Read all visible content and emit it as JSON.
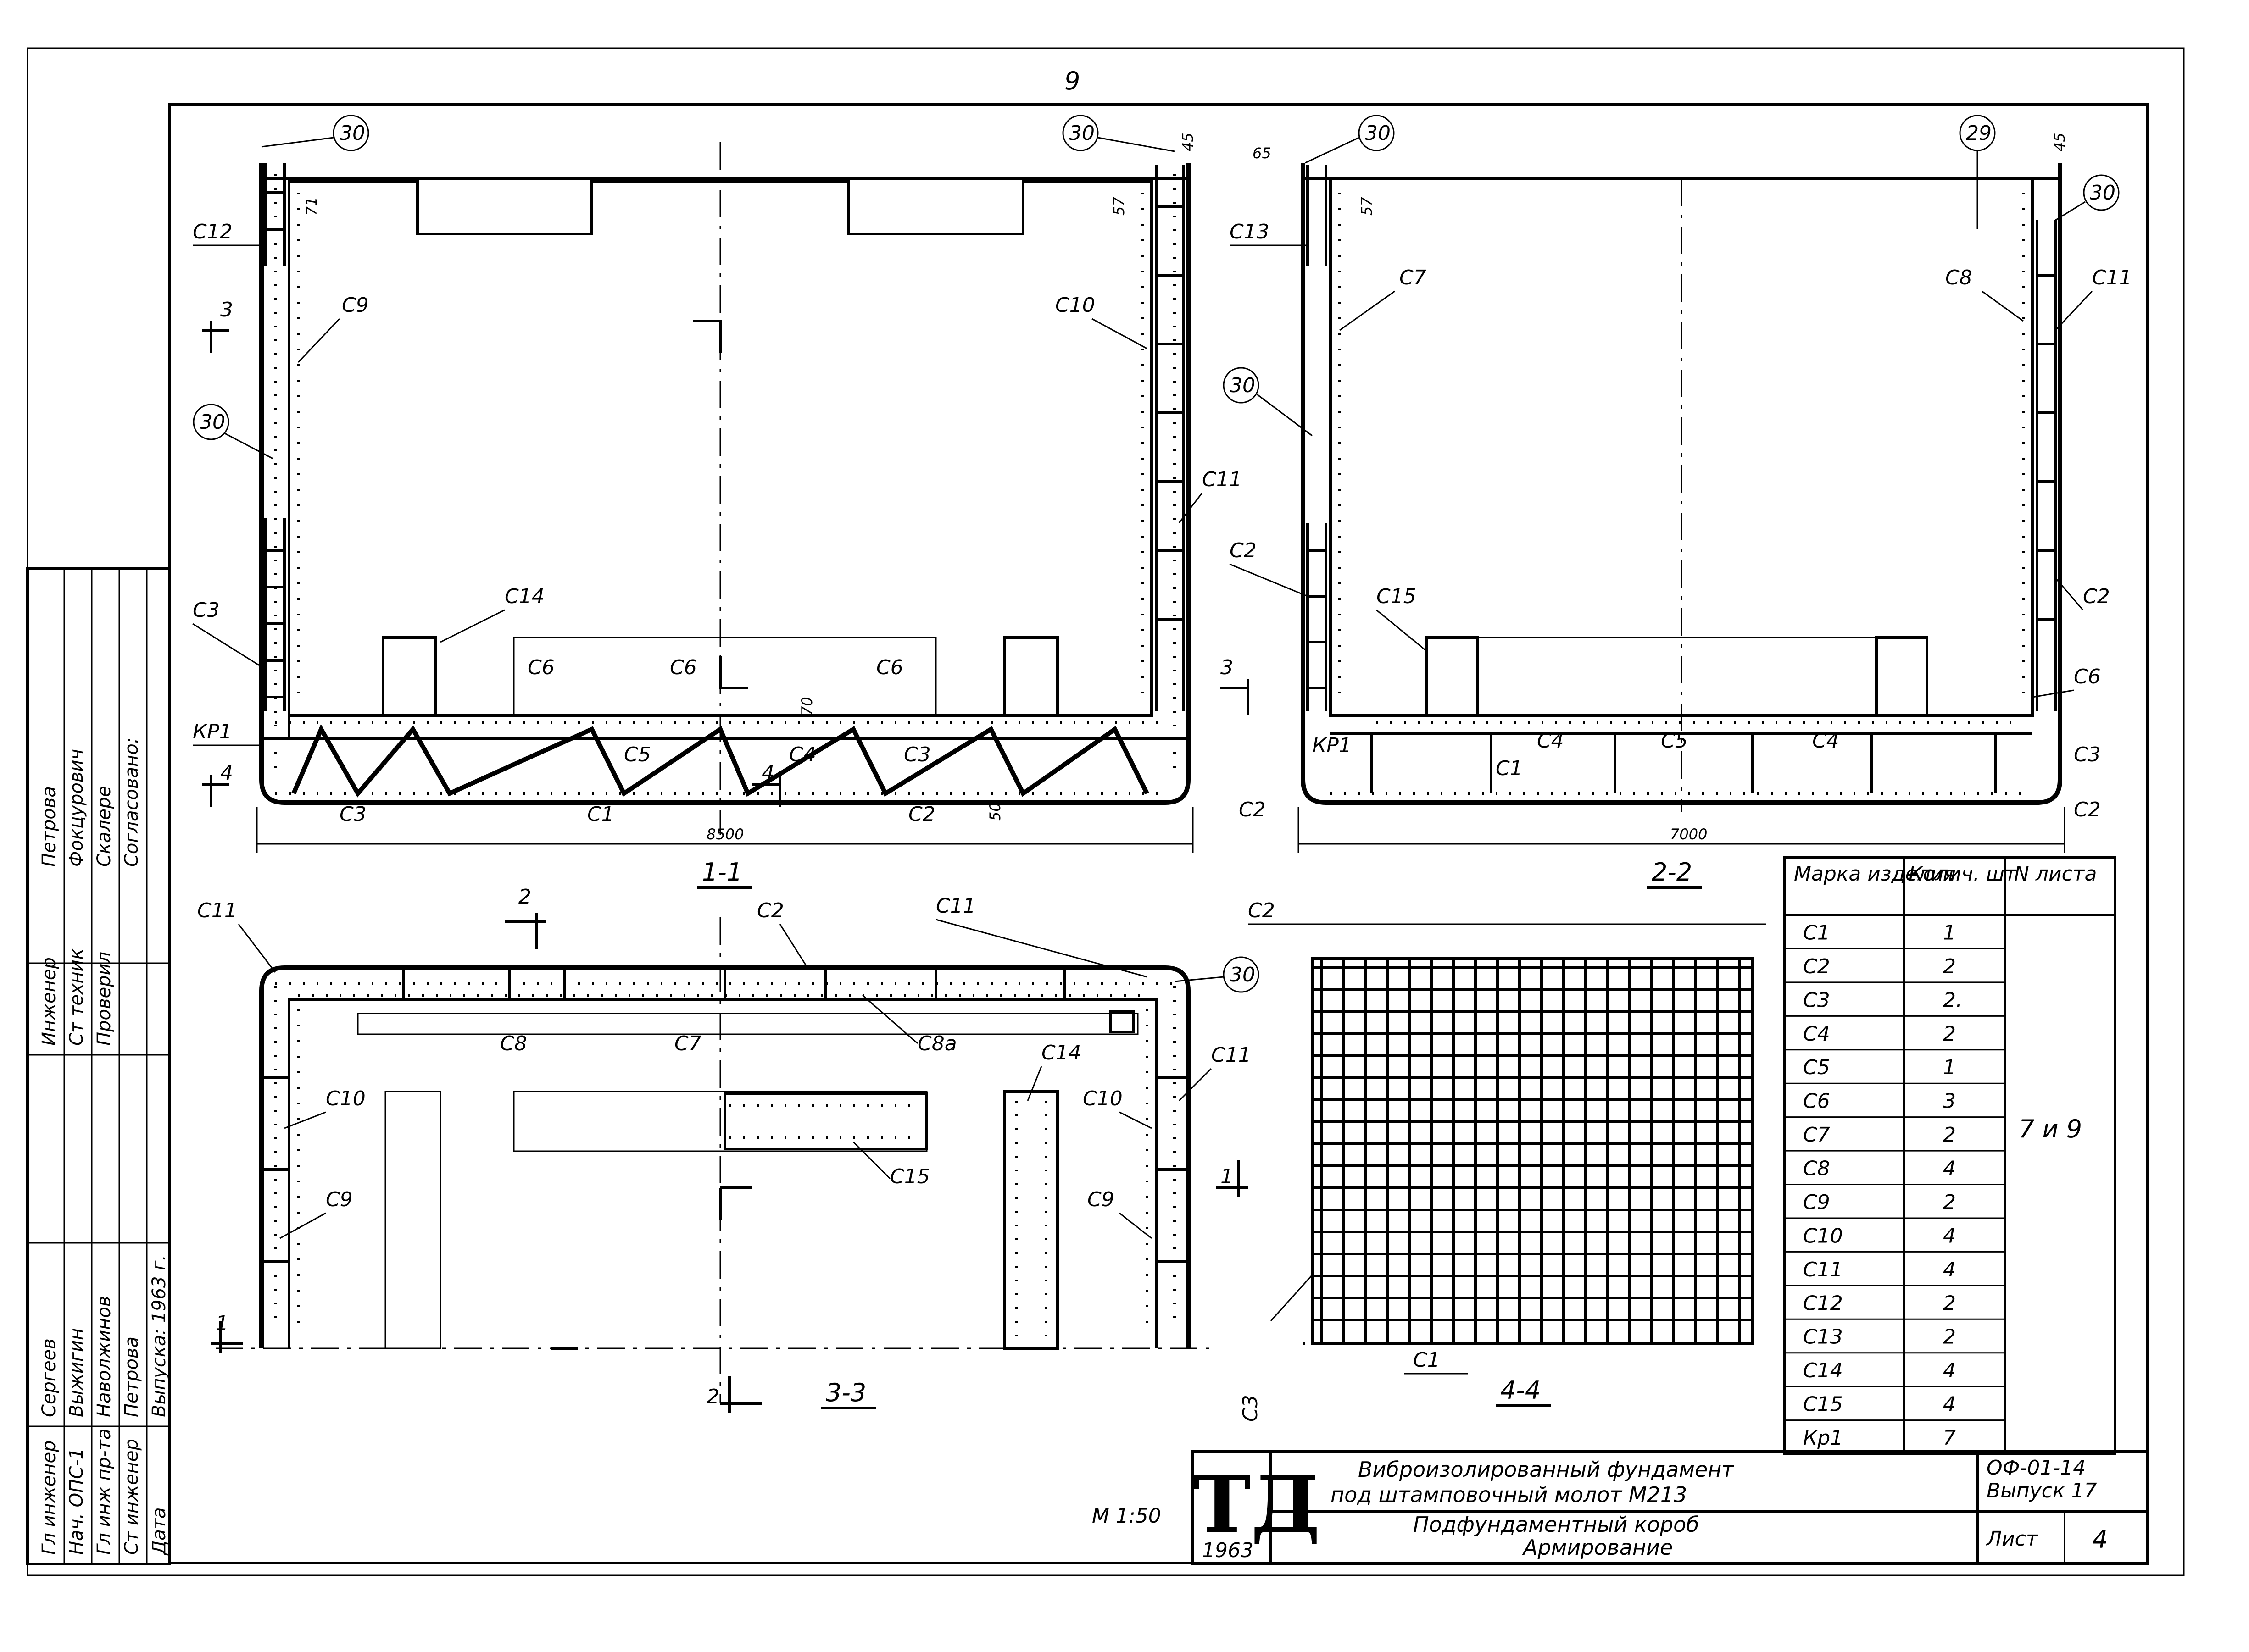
{
  "sheet_number_top": "9",
  "scale": "М 1:50",
  "callout_30": "30",
  "callout_29": "29",
  "sections": {
    "s1": "1-1",
    "s2": "2-2",
    "s3": "3-3",
    "s4": "4-4"
  },
  "markers": {
    "m1": "1",
    "m2": "2",
    "m3": "3",
    "m4": "4"
  },
  "dims": {
    "d8500": "8500",
    "d7000": "7000",
    "d45": "45",
    "d65": "65",
    "d57": "57",
    "d71": "71",
    "d70": "70",
    "d50": "50"
  },
  "bars": {
    "c1": "С1",
    "c2": "С2",
    "c3": "С3",
    "c4": "С4",
    "c5": "С5",
    "c6": "С6",
    "c7": "С7",
    "c8": "С8",
    "c8a": "С8а",
    "c9": "С9",
    "c10": "С10",
    "c11": "С11",
    "c12": "С12",
    "c13": "С13",
    "c14": "С14",
    "c15": "С15",
    "kr1": "КР1"
  },
  "spec_table": {
    "headers": [
      "Марка изделия",
      "Колич. шт",
      "N листа"
    ],
    "rows": [
      [
        "С1",
        "1"
      ],
      [
        "С2",
        "2"
      ],
      [
        "С3",
        "2."
      ],
      [
        "С4",
        "2"
      ],
      [
        "С5",
        "1"
      ],
      [
        "С6",
        "3"
      ],
      [
        "С7",
        "2"
      ],
      [
        "С8",
        "4"
      ],
      [
        "С9",
        "2"
      ],
      [
        "С10",
        "4"
      ],
      [
        "С11",
        "4"
      ],
      [
        "С12",
        "2"
      ],
      [
        "С13",
        "2"
      ],
      [
        "С14",
        "4"
      ],
      [
        "С15",
        "4"
      ],
      [
        "Кр1",
        "7"
      ]
    ],
    "sheet_ref": "7 и 9"
  },
  "side_stamp": {
    "col1": [
      "Гл инженер",
      "Нач. ОПС-1",
      "Гл инж пр-та",
      "Ст инженер",
      "Дата"
    ],
    "col2": [
      "Сергеев",
      "Выжигин",
      "Наволжинов",
      "Петрова",
      "Выпуска: 1963 г."
    ],
    "col3": [
      "Инженер",
      "Ст техник",
      "Проверил"
    ],
    "col4": [
      "Петрова",
      "Фокцурович",
      "Скалере",
      "Согласовано:"
    ]
  },
  "title_block": {
    "logo": "ТД",
    "year": "1963",
    "title_line1": "Виброизолированный фундамент",
    "title_line2": "под штамповочный молот М213",
    "subtitle_line1": "Подфундаментный короб",
    "subtitle_line2": "Армирование",
    "code": "ОФ-01-14",
    "issue": "Выпуск 17",
    "sheet_label": "Лист",
    "sheet_no": "4"
  }
}
